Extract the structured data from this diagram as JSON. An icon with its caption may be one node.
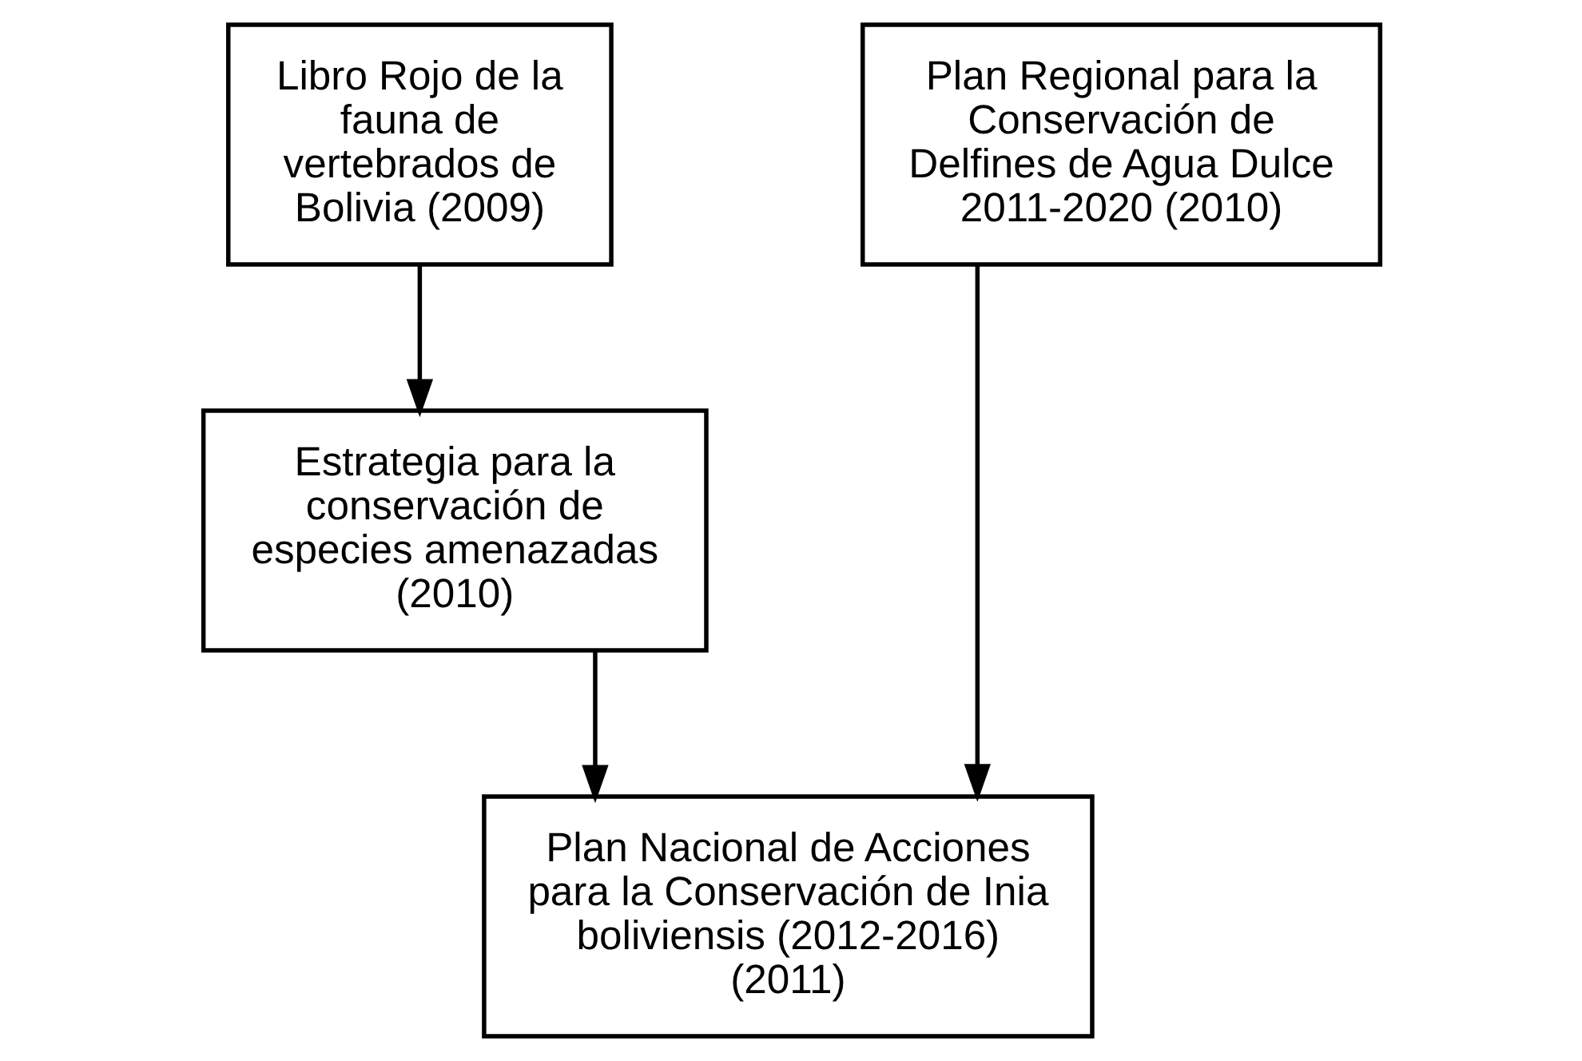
{
  "diagram": {
    "nodes": [
      {
        "text": [
          "Libro Rojo de la fauna de vertebrados de Bolivia (2009)"
        ]
      },
      {
        "text": [
          "Estrategia para la conservación de especies amenazadas (2010)"
        ]
      },
      {
        "text": [
          "Plan Regional para la Conservación de Delfines de Agua Dulce 2011-2020 (2010)"
        ]
      },
      {
        "text": [
          "Plan Nacional de Acciones para la Conservación de Inia boliviensis (2012-2016) (2011)"
        ]
      }
    ],
    "edges": [
      {
        "from": 0,
        "to": 1,
        "arrow": "to"
      },
      {
        "from": 1,
        "to": 3,
        "arrow": "to"
      },
      {
        "from": 2,
        "to": 3,
        "arrow": "to"
      }
    ]
  }
}
